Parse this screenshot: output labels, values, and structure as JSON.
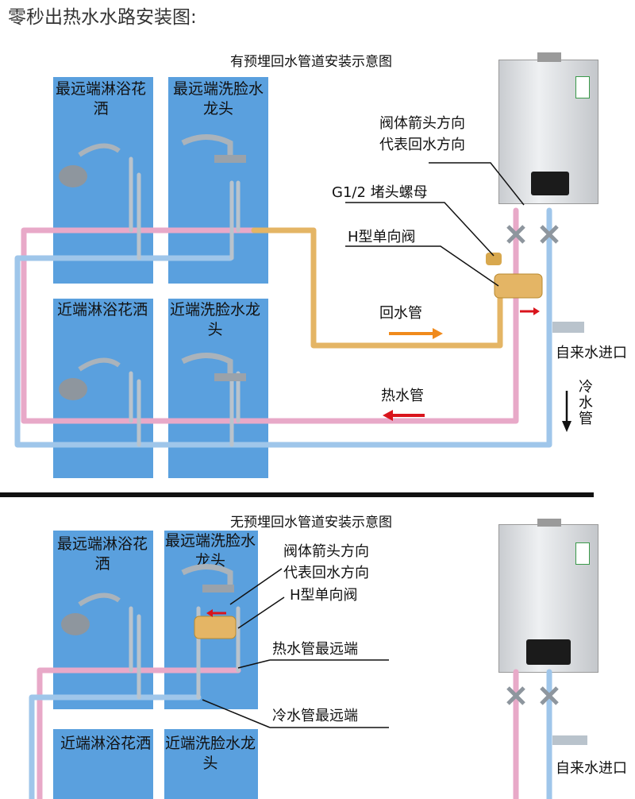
{
  "page_title": "零秒出热水水路安装图:",
  "top": {
    "title": "有预埋回水管道安装示意图",
    "far_shower": "最远端淋浴花洒",
    "far_faucet": "最远端洗脸水龙头",
    "near_shower": "近端淋浴花洒",
    "near_faucet": "近端洗脸水龙头",
    "arrow_note_1": "阀体箭头方向",
    "arrow_note_2": "代表回水方向",
    "plug_nut": "G1/2 堵头螺母",
    "h_valve": "H型单向阀",
    "return_pipe": "回水管",
    "hot_pipe": "热水管",
    "tap_water_in": "自来水进口",
    "cold_pipe": "冷水管"
  },
  "bottom": {
    "title": "无预埋回水管道安装示意图",
    "far_shower": "最远端淋浴花洒",
    "far_faucet": "最远端洗脸水龙头",
    "near_shower": "近端淋浴花洒",
    "near_faucet": "近端洗脸水龙头",
    "arrow_note_1": "阀体箭头方向",
    "arrow_note_2": "代表回水方向",
    "h_valve": "H型单向阀",
    "hot_far": "热水管最远端",
    "cold_far": "冷水管最远端",
    "tap_water_in": "自来水进口"
  },
  "colors": {
    "panel_blue": "#3d8fd8",
    "hot_pipe": "#e8a9c8",
    "cold_pipe": "#9fc6ea",
    "return_pipe": "#e4b565",
    "red_arrow": "#d9141c",
    "orange_arrow": "#f08a1c"
  }
}
